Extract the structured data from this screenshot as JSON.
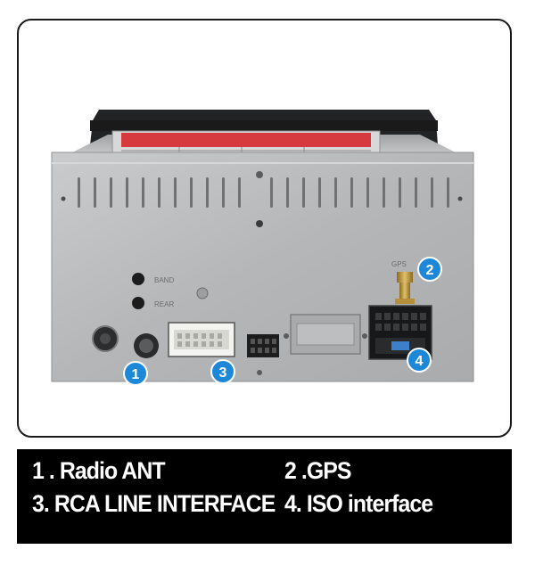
{
  "colors": {
    "badge": "#1e88d8",
    "legend_bg": "#000000",
    "legend_text": "#ffffff",
    "chassis": "#b9bbbd"
  },
  "badges": [
    "1",
    "2",
    "3",
    "4"
  ],
  "legend": {
    "items": [
      "1 . Radio ANT",
      "2 .GPS",
      "3. RCA LINE INTERFACE",
      "4. ISO interface"
    ]
  }
}
